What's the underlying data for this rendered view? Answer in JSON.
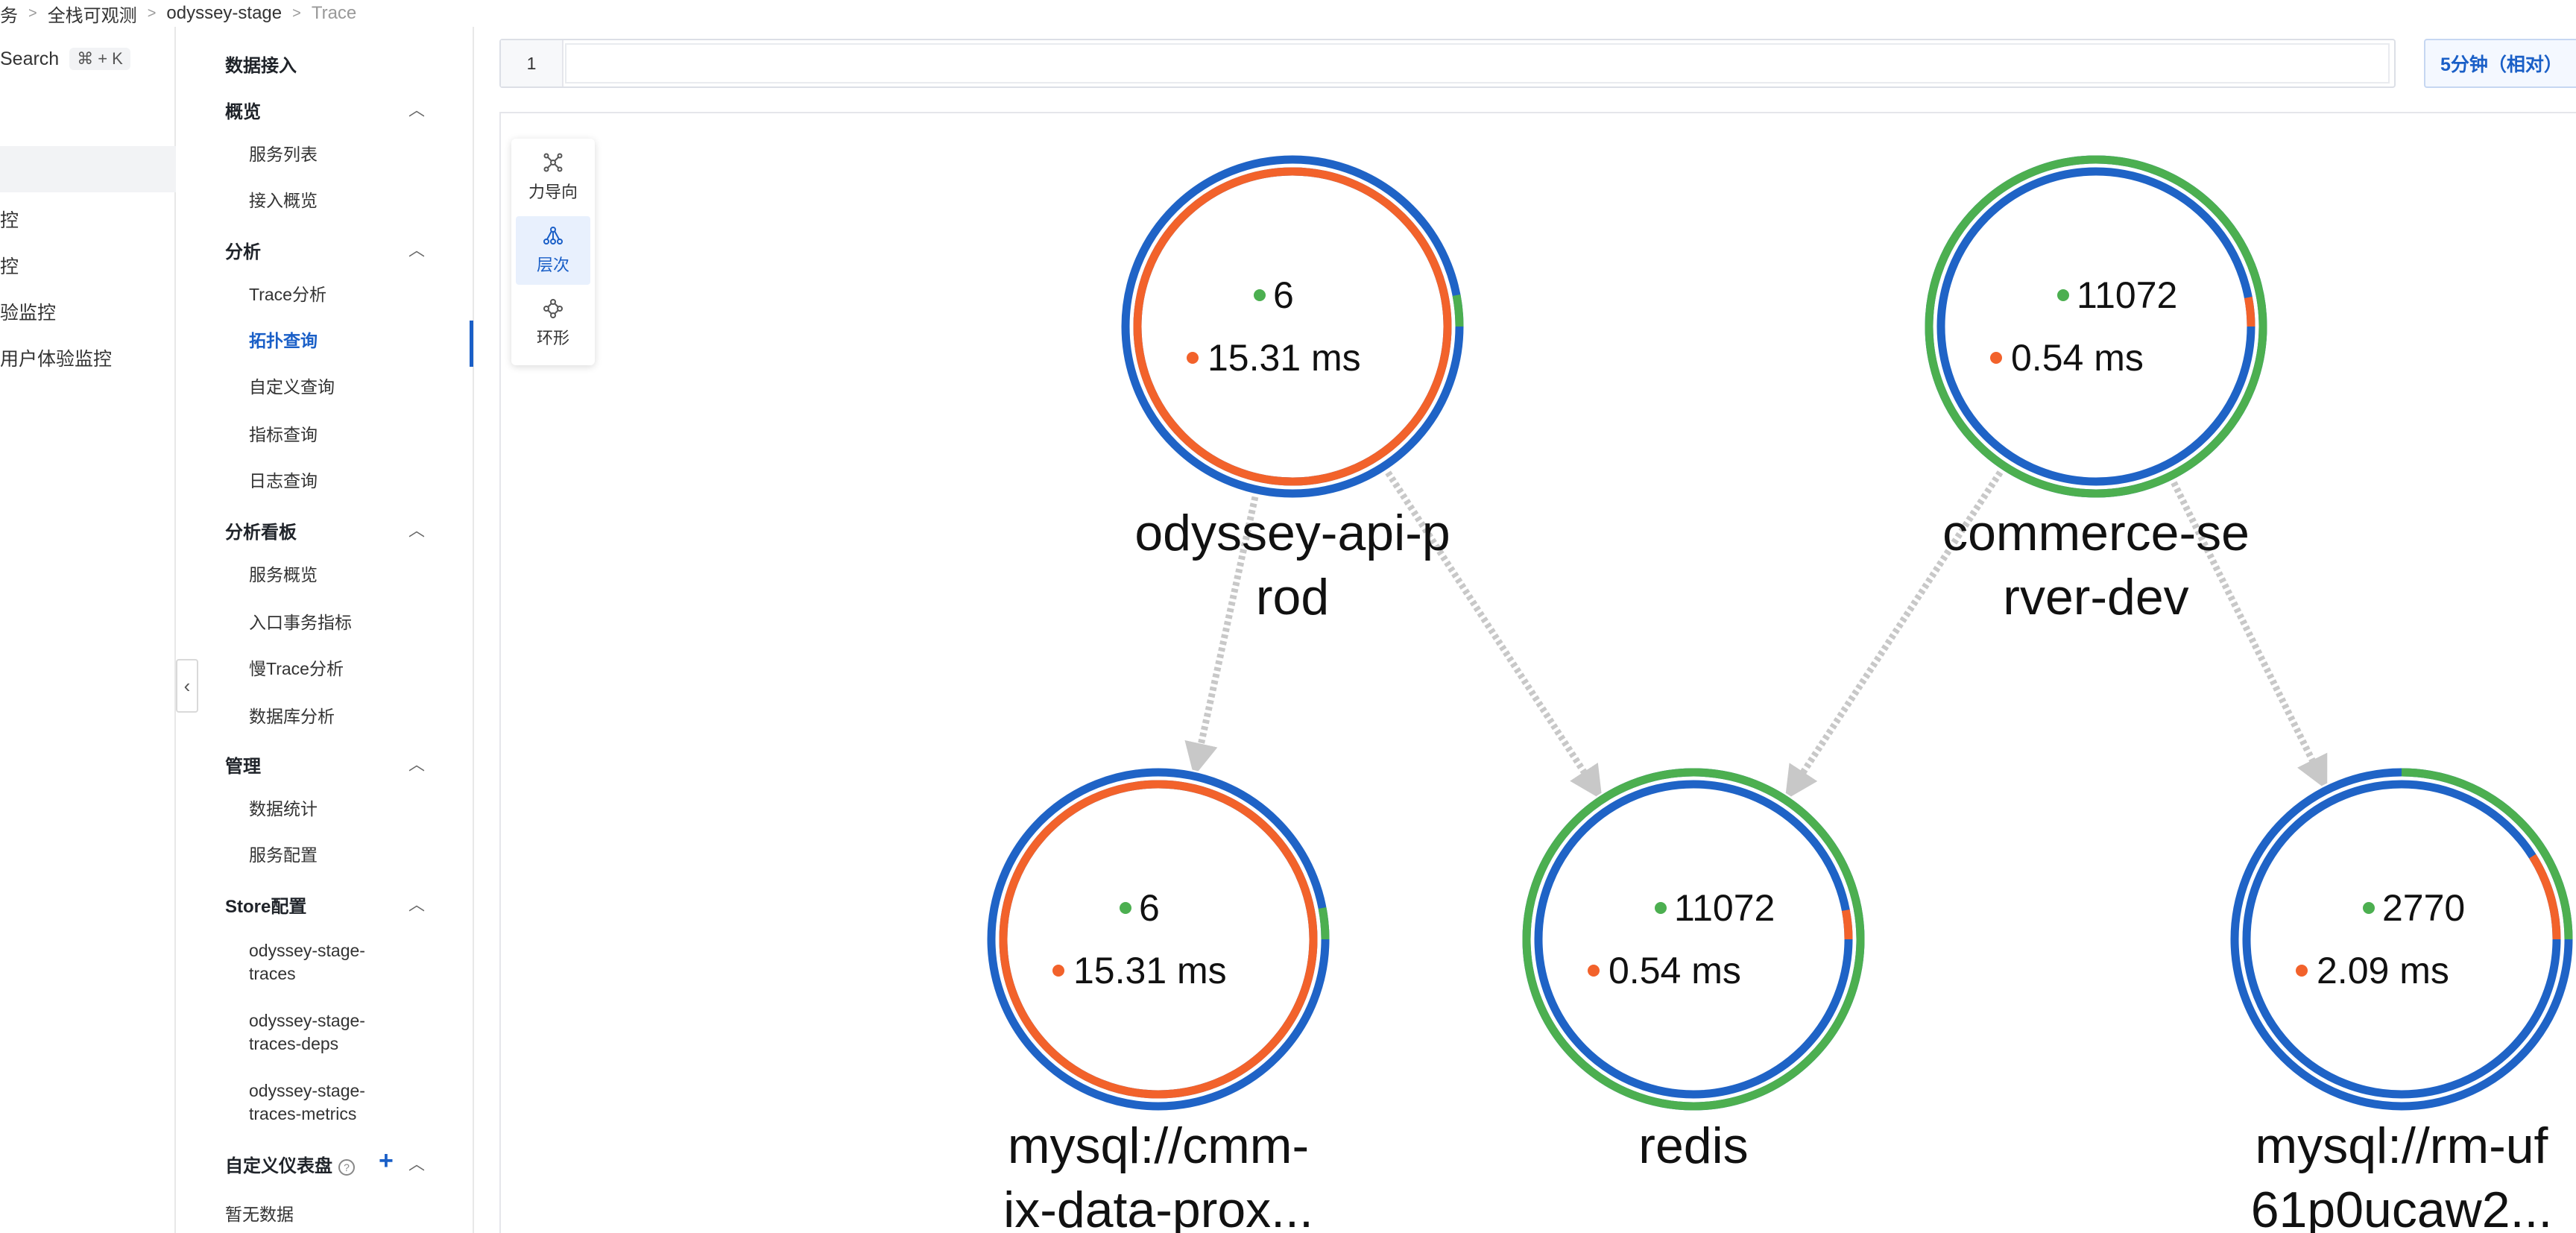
{
  "breadcrumb": {
    "items": [
      "务",
      "全栈可观测",
      "odyssey-stage",
      "Trace"
    ]
  },
  "left_nav": {
    "search_label": "Search",
    "shortcut_cmd": "⌘",
    "shortcut_plus": "+",
    "shortcut_key": "K",
    "items": [
      "控",
      "控",
      "验监控",
      "用户体验监控"
    ]
  },
  "sub_nav": {
    "top_item": "数据接入",
    "groups": {
      "overview": {
        "title": "概览",
        "items": [
          "服务列表",
          "接入概览"
        ]
      },
      "analysis": {
        "title": "分析",
        "items": [
          "Trace分析",
          "拓扑查询",
          "自定义查询",
          "指标查询",
          "日志查询"
        ]
      },
      "dashboards": {
        "title": "分析看板",
        "items": [
          "服务概览",
          "入口事务指标",
          "慢Trace分析",
          "数据库分析"
        ]
      },
      "manage": {
        "title": "管理",
        "items": [
          "数据统计",
          "服务配置"
        ]
      },
      "store": {
        "title": "Store配置",
        "items": [
          "odyssey-stage-\ntraces",
          "odyssey-stage-\ntraces-deps",
          "odyssey-stage-\ntraces-metrics"
        ]
      },
      "custom_dash": {
        "title": "自定义仪表盘",
        "help": "?",
        "empty": "暂无数据"
      }
    },
    "active_item": "拓扑查询"
  },
  "query": {
    "line_number": "1",
    "value": ""
  },
  "time_range": {
    "label": "5分钟（相对）"
  },
  "layout_toolbar": {
    "buttons": [
      {
        "label": "力导向",
        "icon": "force-layout-icon",
        "active": false
      },
      {
        "label": "层次",
        "icon": "hierarchy-layout-icon",
        "active": true
      },
      {
        "label": "环形",
        "icon": "circular-layout-icon",
        "active": false
      }
    ]
  },
  "colors": {
    "accent": "#1a5fc7",
    "ring_blue": "#1f63c6",
    "ring_orange": "#f2622b",
    "ring_green": "#4caf50",
    "edge": "#c8c8c8"
  },
  "topology": {
    "nodes": [
      {
        "id": "n1",
        "count": "6",
        "latency": "15.31 ms",
        "name_lines": [
          "odyssey-api-p",
          "rod"
        ],
        "outer_green_fraction": 0.03,
        "inner_orange_fraction": 1.0
      },
      {
        "id": "n2",
        "count": "11072",
        "latency": "0.54 ms",
        "name_lines": [
          "commerce-se",
          "rver-dev"
        ],
        "outer_green_fraction": 1.0,
        "inner_orange_fraction": 0.03
      },
      {
        "id": "n3",
        "count": "6",
        "latency": "15.31 ms",
        "name_lines": [
          "mysql://cmm-",
          "ix-data-prox..."
        ],
        "outer_green_fraction": 0.03,
        "inner_orange_fraction": 1.0
      },
      {
        "id": "n4",
        "count": "11072",
        "latency": "0.54 ms",
        "name_lines": [
          "redis"
        ],
        "outer_green_fraction": 1.0,
        "inner_orange_fraction": 0.03
      },
      {
        "id": "n5",
        "count": "2770",
        "latency": "2.09 ms",
        "name_lines": [
          "mysql://rm-uf",
          "61p0ucaw2..."
        ],
        "outer_green_fraction": 0.25,
        "inner_orange_fraction": 0.09
      }
    ],
    "edges": [
      {
        "from": "n1",
        "to": "n3"
      },
      {
        "from": "n1",
        "to": "n4"
      },
      {
        "from": "n2",
        "to": "n4"
      },
      {
        "from": "n2",
        "to": "n5"
      }
    ]
  }
}
